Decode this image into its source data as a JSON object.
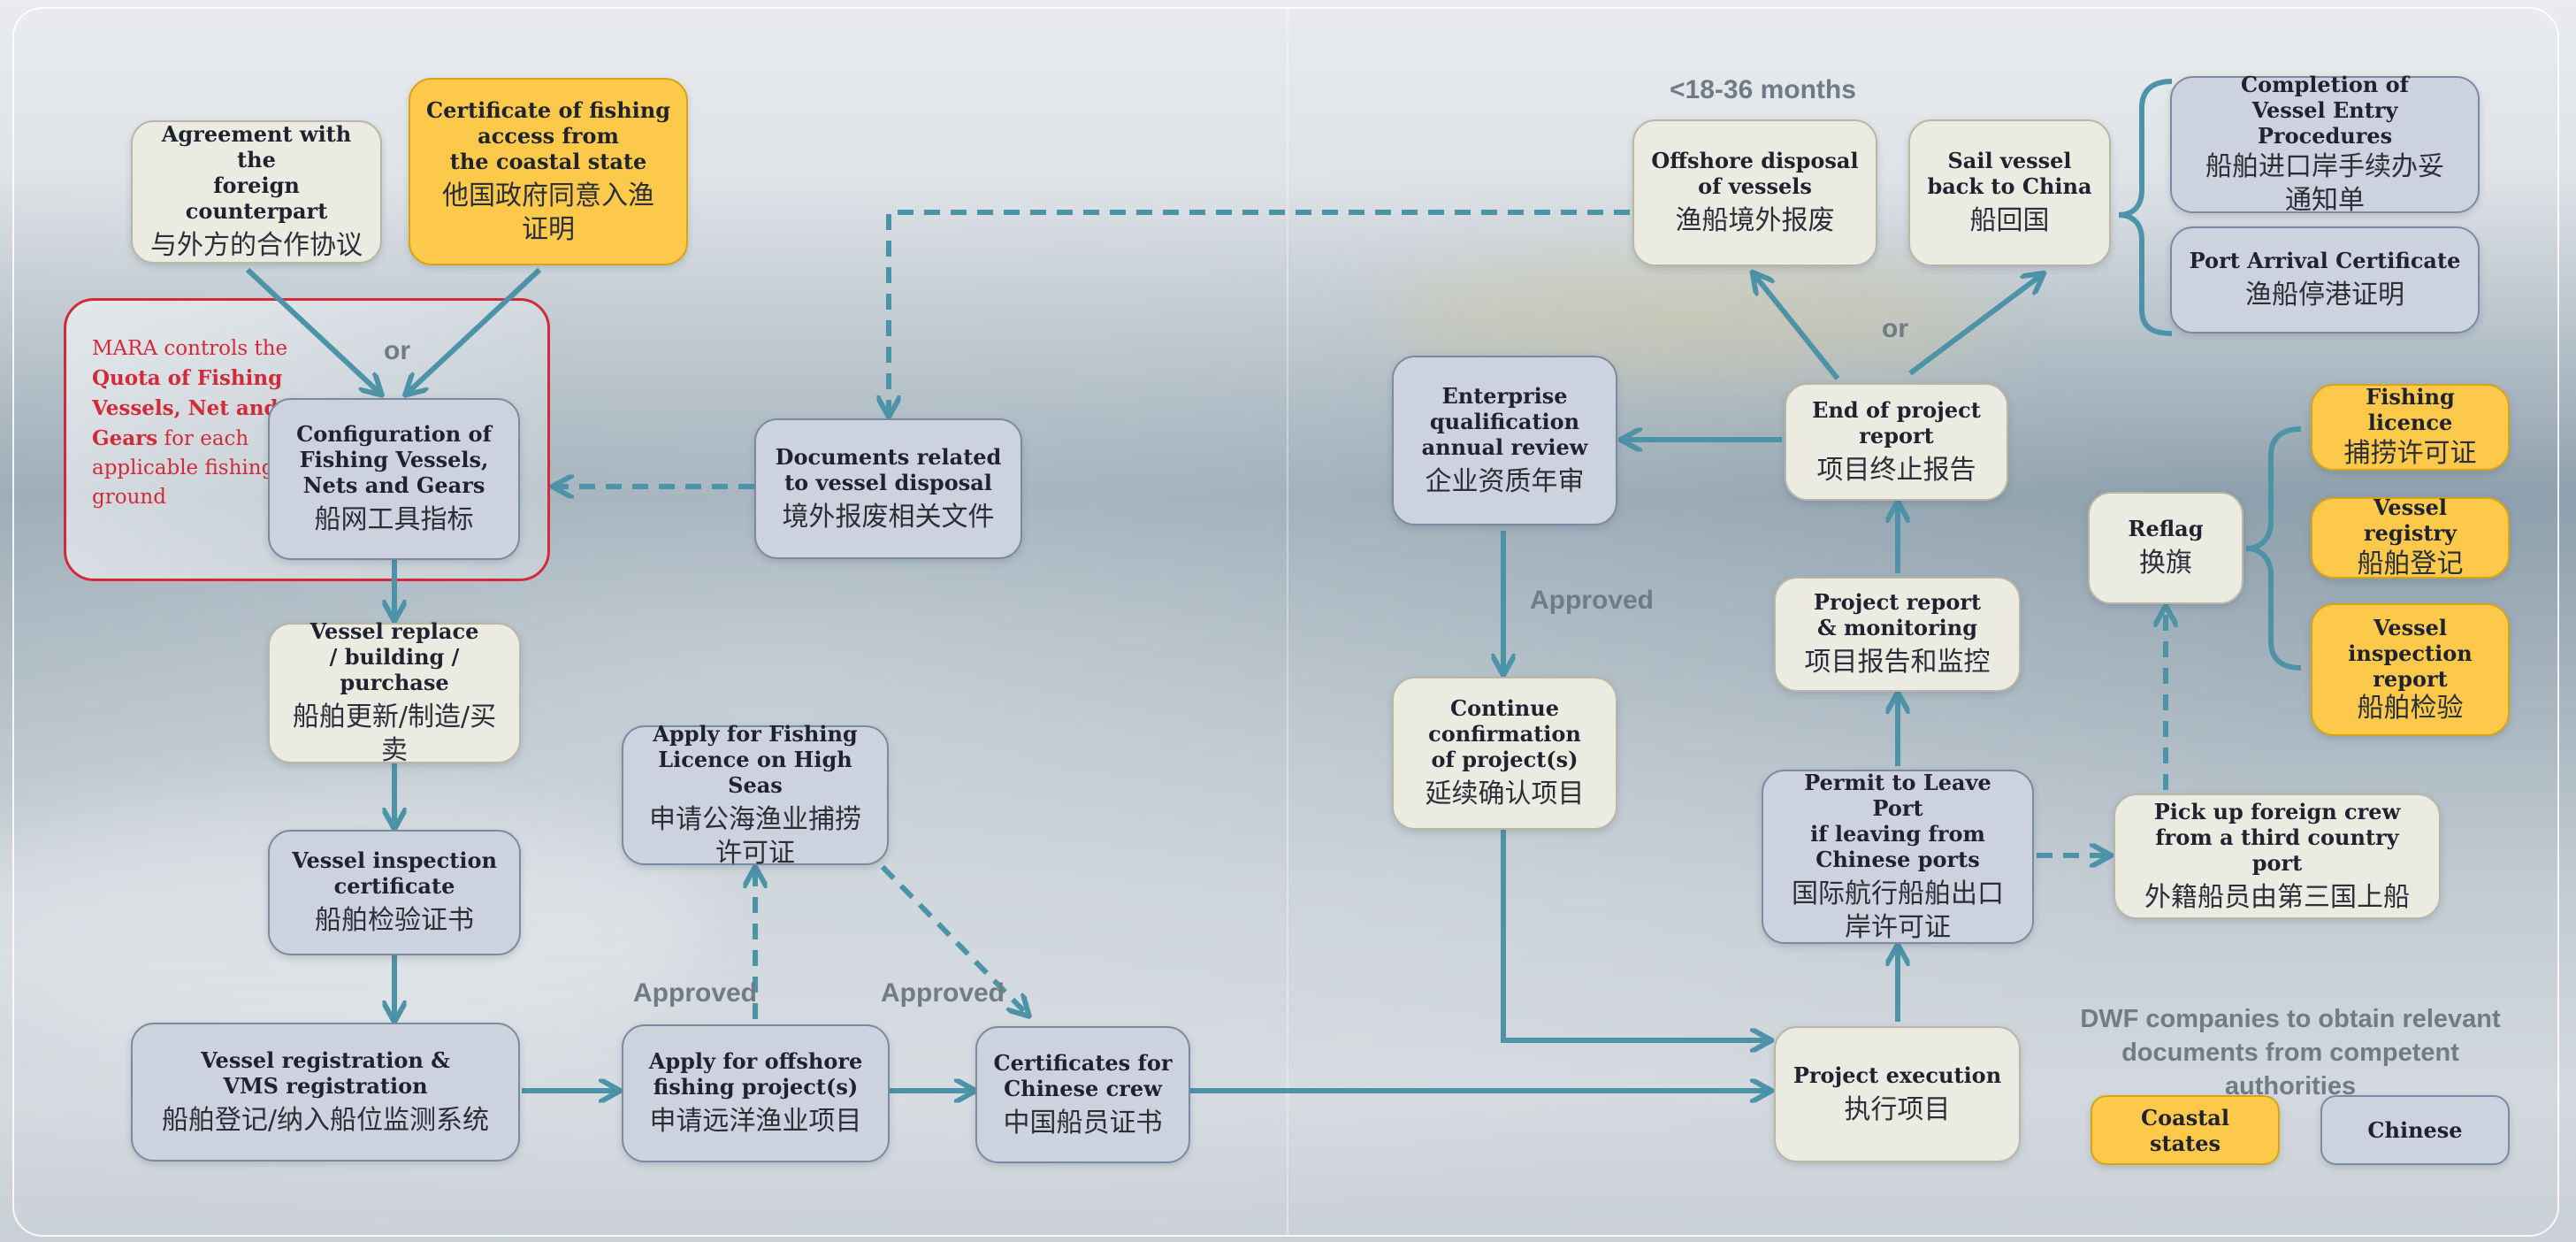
{
  "colors": {
    "chinese_fill": "#cdd3de",
    "neutral_fill": "#ecebe2",
    "coastal_fill": "#fcc94a",
    "arrow": "#4d93a8",
    "quota_red": "#d32a3a"
  },
  "nodes": {
    "agreement": {
      "en": "Agreement with the\nforeign counterpart",
      "zh": "与外方的合作协议"
    },
    "certificate_access": {
      "en": "Certificate of fishing\naccess from\nthe coastal state",
      "zh": "他国政府同意入渔\n证明"
    },
    "configuration": {
      "en": "Configuration of\nFishing Vessels,\nNets and Gears",
      "zh": "船网工具指标"
    },
    "docs_disposal": {
      "en": "Documents related\nto vessel disposal",
      "zh": "境外报废相关文件"
    },
    "vessel_replace": {
      "en": "Vessel replace\n/ building / purchase",
      "zh": "船舶更新/制造/买卖"
    },
    "vessel_inspection_cert": {
      "en": "Vessel inspection\ncertificate",
      "zh": "船舶检验证书"
    },
    "vessel_registration": {
      "en": "Vessel registration &\nVMS registration",
      "zh": "船舶登记/纳入船位监测系统"
    },
    "apply_high_seas": {
      "en": "Apply for Fishing\nLicence on High Seas",
      "zh": "申请公海渔业捕捞\n许可证"
    },
    "apply_offshore": {
      "en": "Apply for offshore\nfishing project(s)",
      "zh": "申请远洋渔业项目"
    },
    "certs_crew": {
      "en": "Certificates for\nChinese crew",
      "zh": "中国船员证书"
    },
    "offshore_disposal": {
      "en": "Offshore disposal\nof vessels",
      "zh": "渔船境外报废"
    },
    "sail_back": {
      "en": "Sail vessel\nback to China",
      "zh": "船回国"
    },
    "completion_entry": {
      "en": "Completion of\nVessel Entry Procedures",
      "zh": "船舶进口岸手续办妥\n通知单"
    },
    "port_arrival": {
      "en": "Port Arrival Certificate",
      "zh": "渔船停港证明"
    },
    "enterprise_review": {
      "en": "Enterprise\nqualification\nannual review",
      "zh": "企业资质年审"
    },
    "end_report": {
      "en": "End of project\nreport",
      "zh": "项目终止报告"
    },
    "continue_confirm": {
      "en": "Continue\nconfirmation\nof project(s)",
      "zh": "延续确认项目"
    },
    "project_report": {
      "en": "Project report\n& monitoring",
      "zh": "项目报告和监控"
    },
    "permit_leave": {
      "en": "Permit to Leave Port\nif leaving from\nChinese ports",
      "zh": "国际航行船舶出口\n岸许可证"
    },
    "project_execution": {
      "en": "Project execution",
      "zh": "执行项目"
    },
    "reflag": {
      "en": "Reflag",
      "zh": "换旗"
    },
    "fishing_licence": {
      "en": "Fishing licence",
      "zh": "捕捞许可证"
    },
    "vessel_registry": {
      "en": "Vessel registry",
      "zh": "船舶登记"
    },
    "vessel_inspection_report": {
      "en": "Vessel\ninspection\nreport",
      "zh": "船舶检验"
    },
    "pickup_crew": {
      "en": "Pick up foreign crew\nfrom a third country port",
      "zh": "外籍船员由第三国上船"
    }
  },
  "quota_note": {
    "pre": "MARA controls the ",
    "bold": "Quota of Fishing Vessels, Net and Gears",
    "post": " for each applicable fishing ground"
  },
  "labels": {
    "or_top": "or",
    "or_right": "or",
    "approved_left": "Approved",
    "approved_mid": "Approved",
    "approved_right": "Approved",
    "duration": "<18-36 months"
  },
  "legend": {
    "title": "DWF companies to obtain relevant documents from competent authorities",
    "coastal": "Coastal states",
    "chinese": "Chinese"
  }
}
